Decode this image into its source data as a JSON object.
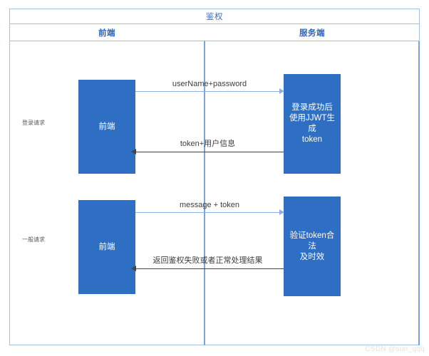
{
  "diagram": {
    "title": "鉴权",
    "columns": [
      {
        "id": "frontend",
        "label": "前端"
      },
      {
        "id": "server",
        "label": "服务端"
      }
    ],
    "row_labels": {
      "login": "登录请求",
      "normal": "一般请求"
    },
    "boxes": {
      "frontend_login": "前端",
      "server_login": "登录成功后\n使用JJWT生成\ntoken",
      "frontend_normal": "前端",
      "server_normal": "验证token合法\n及时效"
    },
    "messages": {
      "login_request": "userName+password",
      "login_response": "token+用户信息",
      "normal_request": "message + token",
      "normal_response": "返回鉴权失败或者正常处理结果"
    },
    "colors": {
      "box_fill": "#2e6fc4",
      "frame_border": "#a8bee0",
      "lifeline": "#7ba3dd",
      "title_text": "#3a6fc4",
      "header_text": "#2e64bd",
      "outgoing_arrow": "#8fb0de",
      "returning_arrow": "#444444"
    }
  },
  "watermark": "CSDN @sun_qqq"
}
